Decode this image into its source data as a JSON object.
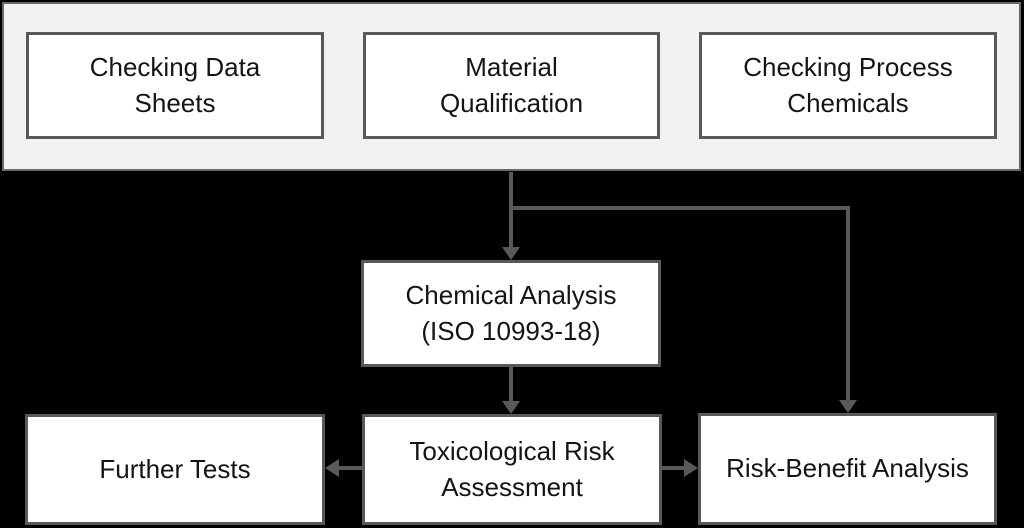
{
  "colors": {
    "page_background": "#000000",
    "container_fill": "#f2f2f2",
    "container_border": "#696969",
    "node_fill": "#ffffff",
    "node_border": "#595959",
    "arrow": "#595959",
    "text": "#141414"
  },
  "nodes": {
    "checking_data_sheets": {
      "label": "Checking Data\nSheets"
    },
    "material_qualification": {
      "label": "Material\nQualification"
    },
    "checking_process_chemicals": {
      "label": "Checking Process\nChemicals"
    },
    "chemical_analysis": {
      "label": "Chemical Analysis\n(ISO 10993-18)"
    },
    "further_tests": {
      "label": "Further Tests"
    },
    "toxicological_risk_assessment": {
      "label": "Toxicological Risk\nAssessment"
    },
    "risk_benefit_analysis": {
      "label": "Risk-Benefit Analysis"
    }
  },
  "edges": [
    {
      "from": "input-group",
      "to": "chemical_analysis",
      "direction": "down"
    },
    {
      "from": "input-group",
      "to": "risk_benefit_analysis",
      "direction": "right-then-down"
    },
    {
      "from": "chemical_analysis",
      "to": "toxicological_risk_assessment",
      "direction": "down"
    },
    {
      "from": "toxicological_risk_assessment",
      "to": "further_tests",
      "direction": "left"
    },
    {
      "from": "toxicological_risk_assessment",
      "to": "risk_benefit_analysis",
      "direction": "right"
    }
  ]
}
